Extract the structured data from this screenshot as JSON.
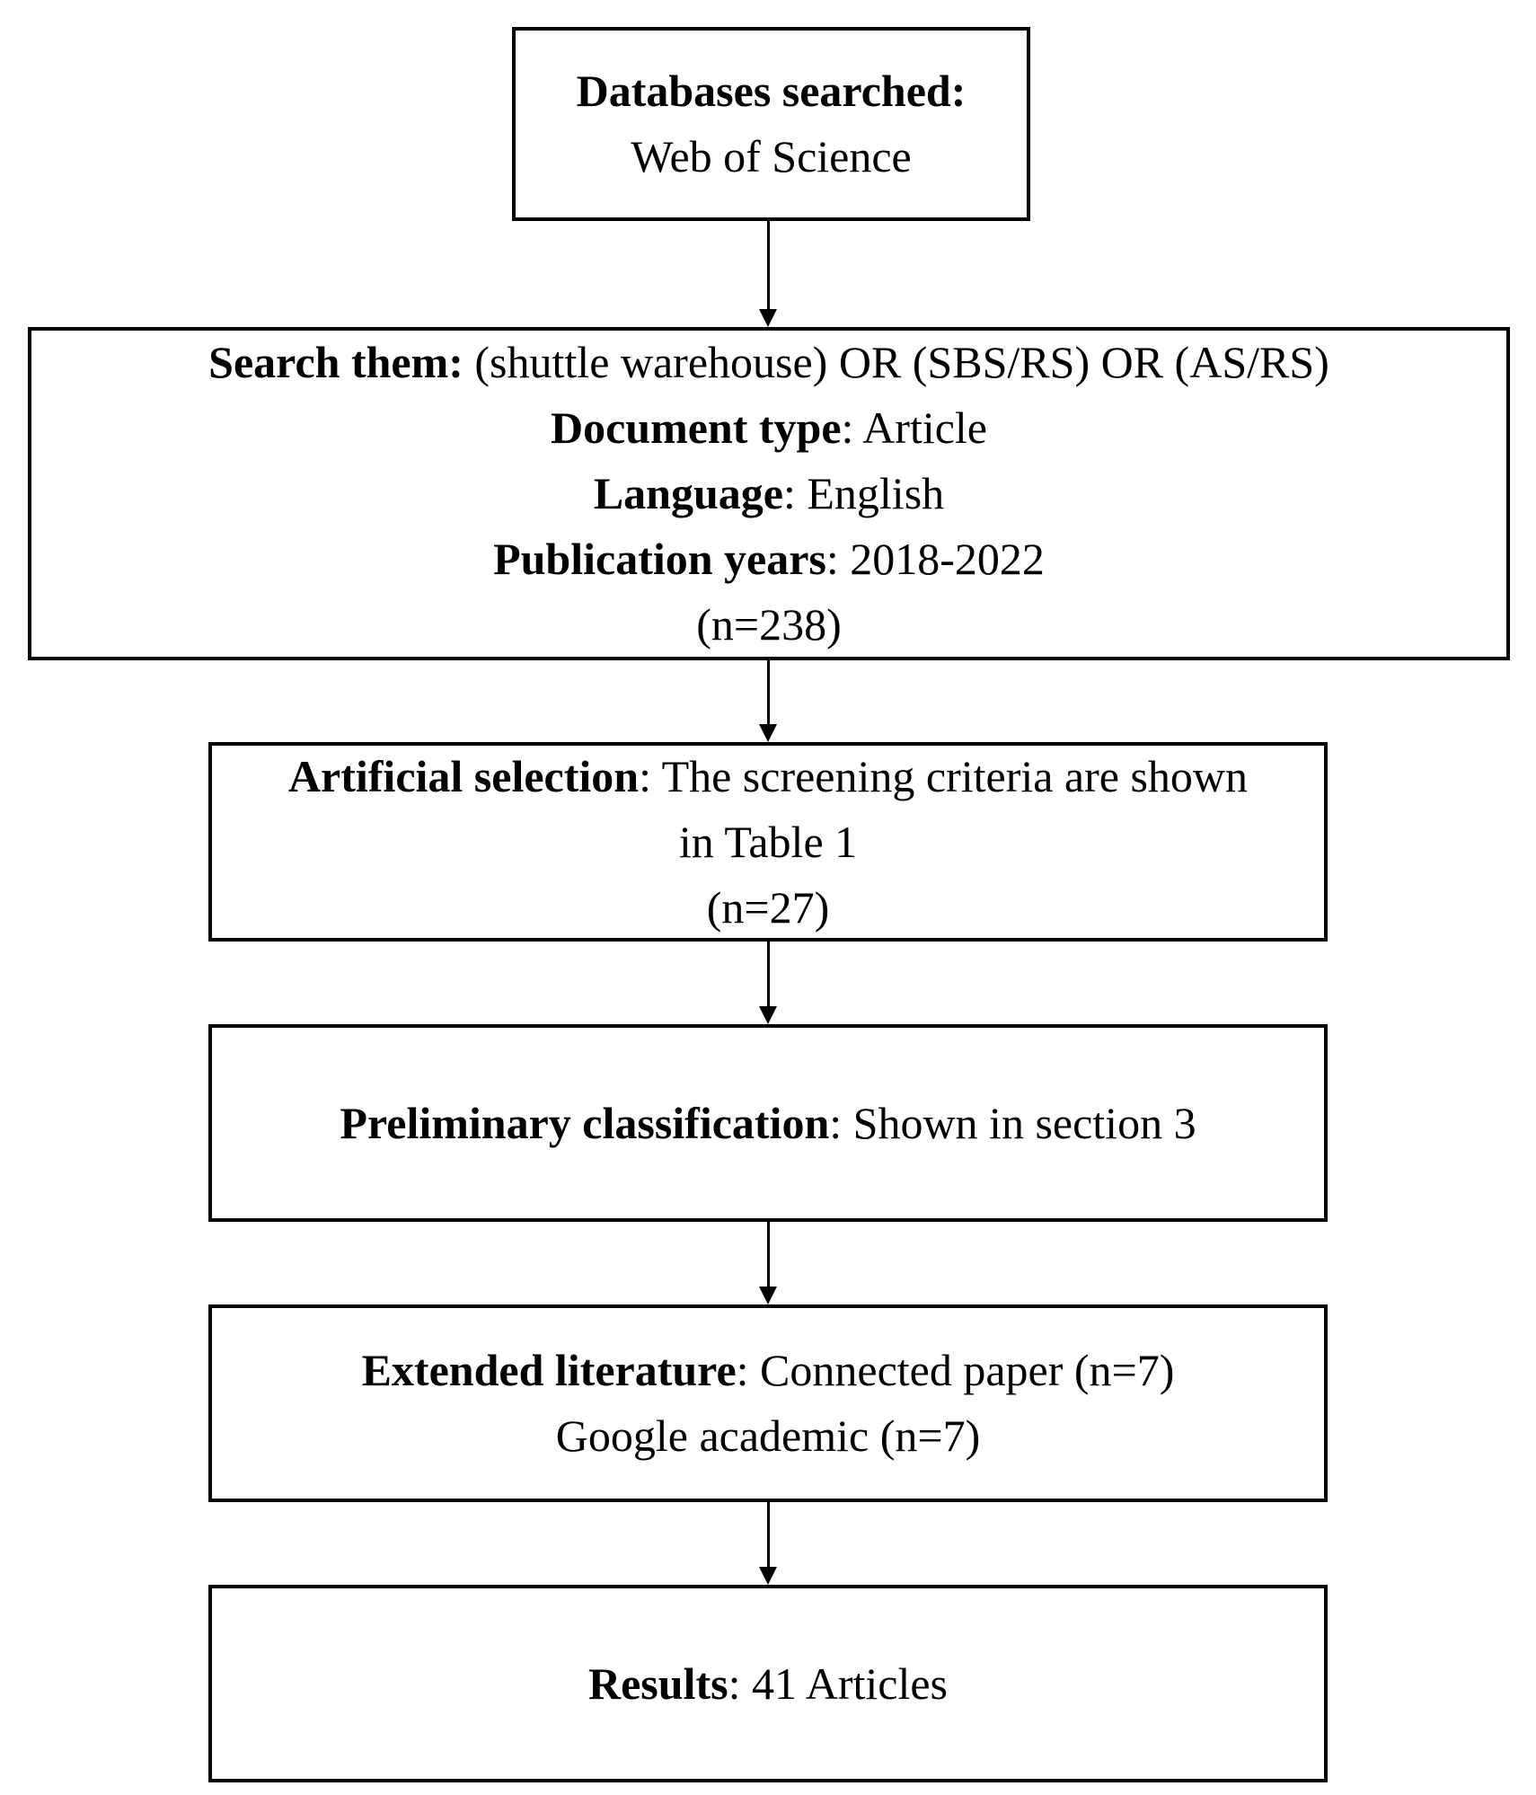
{
  "figure": {
    "type": "flowchart",
    "title": "Literature search and selection flow",
    "colors": {
      "ink": "#000000",
      "paper": "#ffffff"
    }
  },
  "flow": {
    "boxes": [
      {
        "name": "databases-searched",
        "lines": [
          {
            "bold": "Databases searched:",
            "rest": ""
          },
          {
            "bold": "",
            "rest": "Web of Science"
          }
        ]
      },
      {
        "name": "search-terms",
        "lines": [
          {
            "bold": "Search them:",
            "rest": " (shuttle warehouse) OR (SBS/RS) OR (AS/RS)"
          },
          {
            "bold": "Document type",
            "rest": ": Article"
          },
          {
            "bold": "Language",
            "rest": ": English"
          },
          {
            "bold": "Publication years",
            "rest": ": 2018-2022"
          },
          {
            "bold": "",
            "rest": "(n=238)"
          }
        ]
      },
      {
        "name": "artificial-selection",
        "lines": [
          {
            "bold": "Artificial selection",
            "rest": ": The screening criteria are shown"
          },
          {
            "bold": "",
            "rest": "in Table 1"
          },
          {
            "bold": "",
            "rest": "(n=27)"
          }
        ]
      },
      {
        "name": "preliminary-classification",
        "lines": [
          {
            "bold": "Preliminary classification",
            "rest": ": Shown in section 3"
          }
        ]
      },
      {
        "name": "extended-literature",
        "lines": [
          {
            "bold": "Extended literature",
            "rest": ": Connected paper (n=7)"
          },
          {
            "bold": "",
            "rest": "Google academic (n=7)"
          }
        ]
      },
      {
        "name": "results",
        "lines": [
          {
            "bold": "Results",
            "rest": ": 41 Articles"
          }
        ]
      }
    ]
  }
}
